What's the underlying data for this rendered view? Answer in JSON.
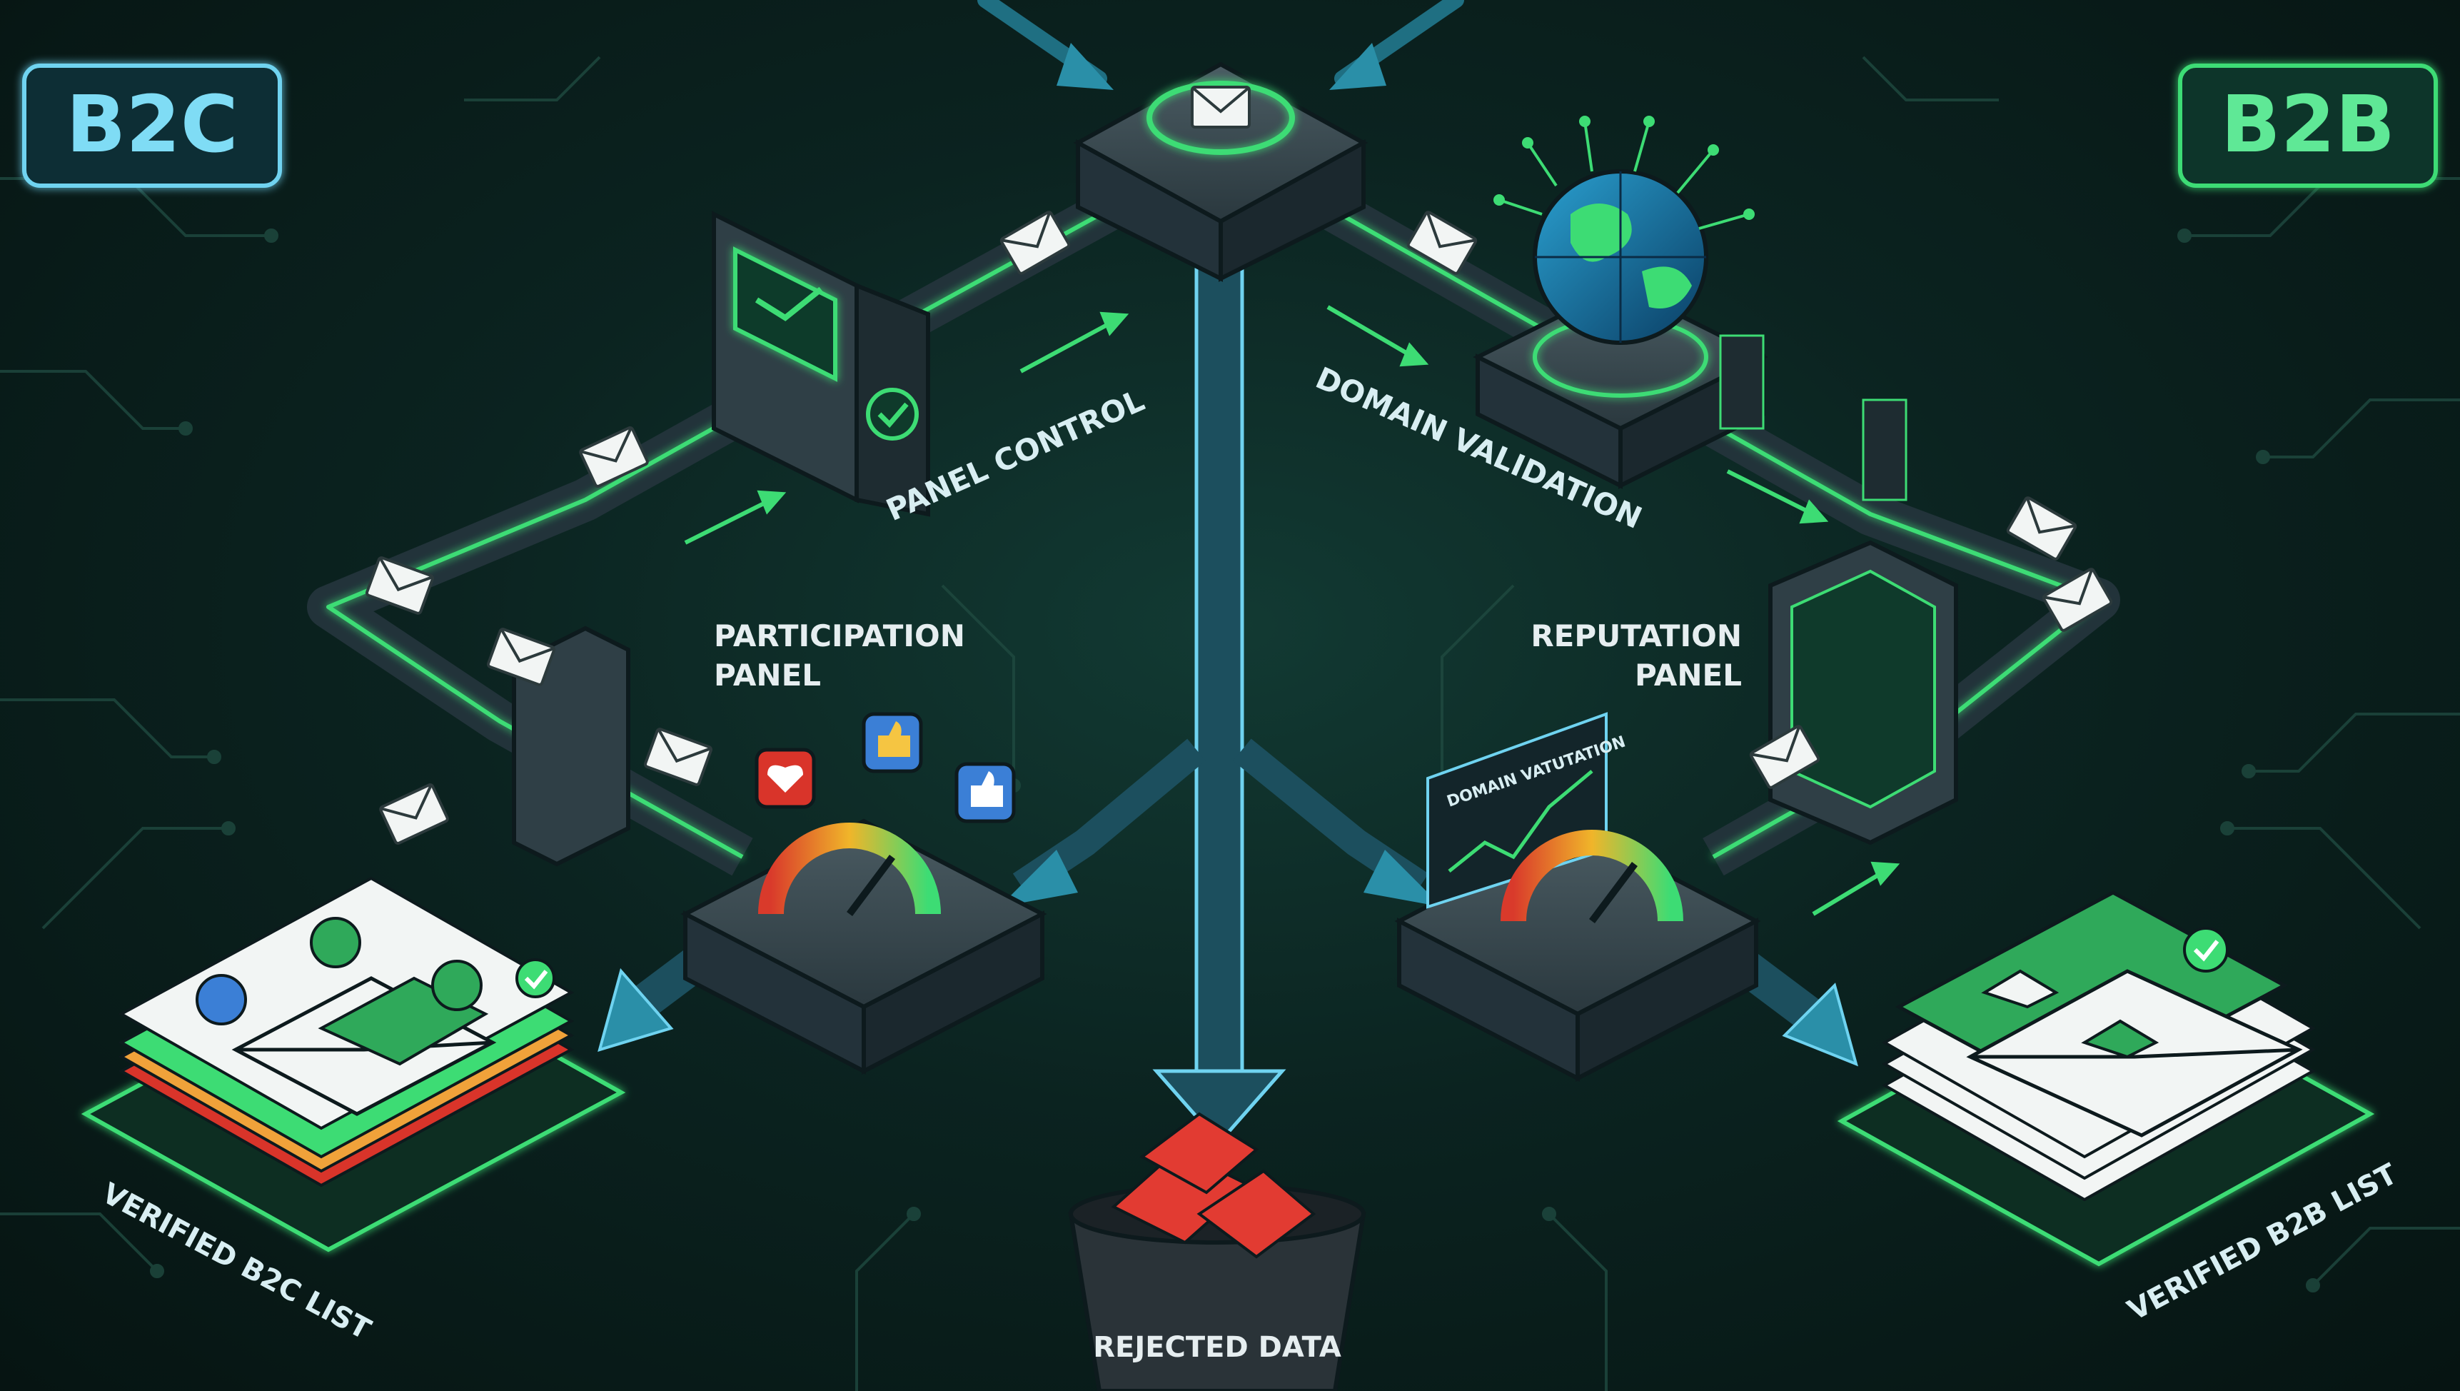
{
  "badges": {
    "left": "B2C",
    "right": "B2B"
  },
  "labels": {
    "panel_control": "PANEL CONTROL",
    "domain_validation": "DOMAIN VALIDATION",
    "participation_panel": [
      "PARTICIPATION",
      "PANEL"
    ],
    "reputation_panel": [
      "REPUTATION",
      "PANEL"
    ],
    "verified_b2c": "VERIFIED B2C LIST",
    "verified_b2b": "VERIFIED B2B LIST",
    "rejected": "REJECTED DATA",
    "screen_domain": "DOMAIN VATUTATION"
  },
  "colors": {
    "accent_green": "#3ddc74",
    "accent_blue": "#6fd3f0",
    "machine_dark": "#2b3a40",
    "reject_red": "#e23b32"
  },
  "icons": [
    "envelope-icon",
    "globe-icon",
    "checkmark-icon",
    "heart-icon",
    "thumbs-up-icon",
    "handshake-icon",
    "gauge-icon",
    "trash-bin-icon",
    "building-icon"
  ]
}
